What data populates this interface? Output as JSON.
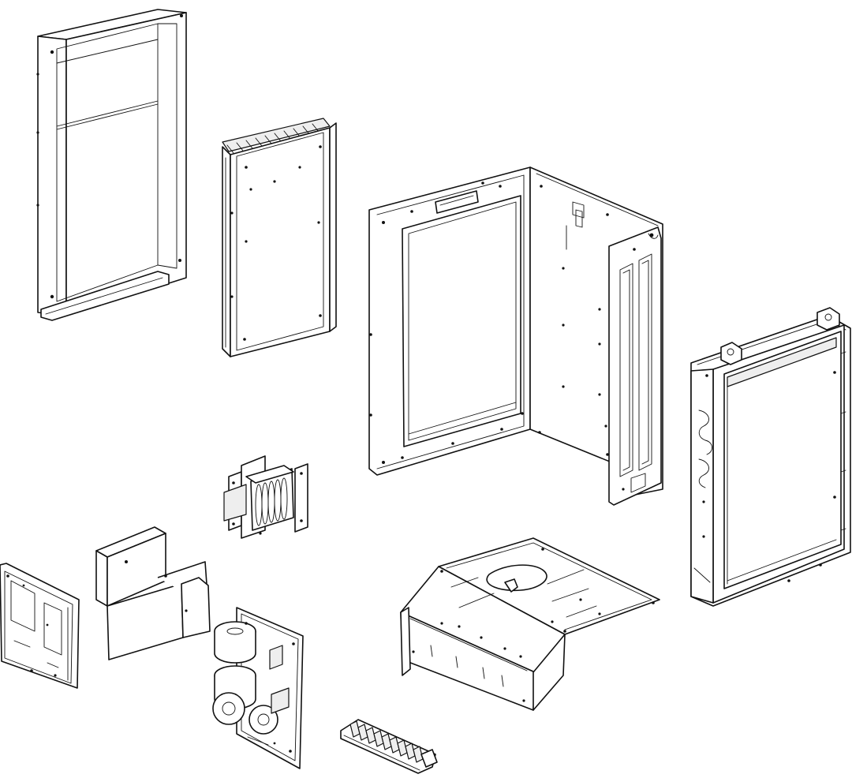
{
  "diagram": {
    "kind": "exploded-assembly-line-drawing",
    "line_color": "#111111",
    "background": "#ffffff",
    "parts": [
      {
        "id": "front-cover-panel"
      },
      {
        "id": "heatsink-plate"
      },
      {
        "id": "corner-chassis-frame"
      },
      {
        "id": "mounting-frame-right"
      },
      {
        "id": "transformer-coil"
      },
      {
        "id": "bent-sheet-bracket"
      },
      {
        "id": "control-board-left"
      },
      {
        "id": "filter-board"
      },
      {
        "id": "base-tray"
      },
      {
        "id": "terminal-block"
      }
    ]
  }
}
